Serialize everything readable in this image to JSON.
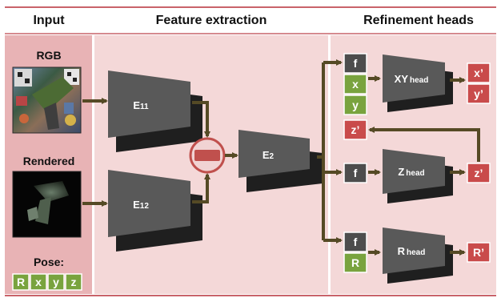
{
  "sections": {
    "input": "Input",
    "feature_extraction": "Feature extraction",
    "refinement_heads": "Refinement heads"
  },
  "inputs": {
    "rgb_label": "RGB",
    "rendered_label": "Rendered",
    "pose_label": "Pose:",
    "pose_cells": [
      "R",
      "x",
      "y",
      "z"
    ]
  },
  "encoders": {
    "e11": {
      "main": "E",
      "sub": "11"
    },
    "e12": {
      "main": "E",
      "sub": "12"
    },
    "e2": {
      "main": "E",
      "sub": "2"
    }
  },
  "heads": {
    "xy": {
      "main": "XY",
      "sub": "head"
    },
    "z": {
      "main": "Z",
      "sub": "head"
    },
    "r": {
      "main": "R",
      "sub": "head"
    }
  },
  "cells": {
    "f": "f",
    "x": "x",
    "y": "y",
    "z_prime": "z’",
    "x_prime": "x’",
    "y_prime": "y’",
    "R": "R",
    "R_prime": "R’"
  },
  "colors": {
    "panel_input": "#e8b3b5",
    "panel_main": "#f4d8d8",
    "separator": "#c9636a",
    "block": "#595959",
    "block_dark": "#1f1f1f",
    "arrow": "#554a25",
    "green": "#79a33e",
    "red": "#c94b4b",
    "dark_cell": "#4d4d4d"
  }
}
